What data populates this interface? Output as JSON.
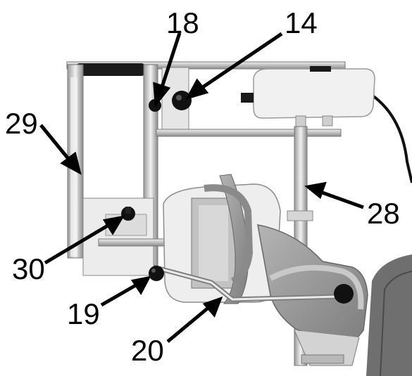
{
  "figure": {
    "kind": "labeled-photo",
    "subject": "knee-device-frame",
    "colors": {
      "metal": "#c8c8c8",
      "housing": "#f0f0f0",
      "padding": "#9a9a9a",
      "black": "#111111",
      "seat": "#6f6f6f"
    }
  },
  "callouts": {
    "c18": "18",
    "c14": "14",
    "c29": "29",
    "c28": "28",
    "c30": "30",
    "c19": "19",
    "c20": "20"
  }
}
